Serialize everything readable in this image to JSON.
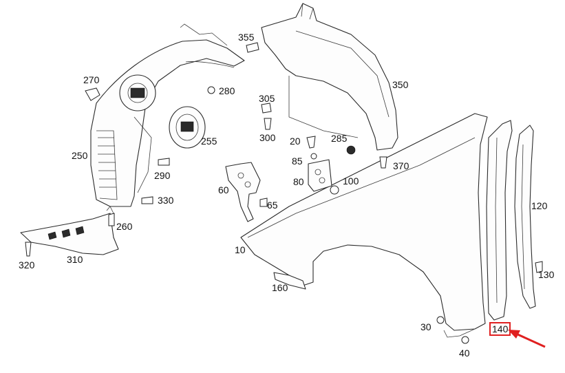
{
  "callouts": [
    {
      "id": "270",
      "label": "270",
      "style": "hl"
    },
    {
      "id": "280",
      "label": "280",
      "style": ""
    },
    {
      "id": "355",
      "label": "355",
      "style": ""
    },
    {
      "id": "350",
      "label": "350",
      "style": ""
    },
    {
      "id": "305",
      "label": "305",
      "style": ""
    },
    {
      "id": "300",
      "label": "300",
      "style": ""
    },
    {
      "id": "255",
      "label": "255",
      "style": ""
    },
    {
      "id": "250",
      "label": "250",
      "style": ""
    },
    {
      "id": "20",
      "label": "20",
      "style": ""
    },
    {
      "id": "285",
      "label": "285",
      "style": ""
    },
    {
      "id": "85",
      "label": "85",
      "style": ""
    },
    {
      "id": "370",
      "label": "370",
      "style": ""
    },
    {
      "id": "290",
      "label": "290",
      "style": ""
    },
    {
      "id": "80",
      "label": "80",
      "style": ""
    },
    {
      "id": "100",
      "label": "100",
      "style": ""
    },
    {
      "id": "60",
      "label": "60",
      "style": ""
    },
    {
      "id": "330",
      "label": "330",
      "style": ""
    },
    {
      "id": "65",
      "label": "65",
      "style": ""
    },
    {
      "id": "120",
      "label": "120",
      "style": ""
    },
    {
      "id": "260",
      "label": "260",
      "style": ""
    },
    {
      "id": "10",
      "label": "10",
      "style": ""
    },
    {
      "id": "320",
      "label": "320",
      "style": ""
    },
    {
      "id": "310",
      "label": "310",
      "style": ""
    },
    {
      "id": "130",
      "label": "130",
      "style": ""
    },
    {
      "id": "160",
      "label": "160",
      "style": ""
    },
    {
      "id": "30",
      "label": "30",
      "style": ""
    },
    {
      "id": "140",
      "label": "140",
      "style": "boxed"
    },
    {
      "id": "40",
      "label": "40",
      "style": ""
    }
  ],
  "colors": {
    "highlight": "#a9a9a9",
    "selection_box": "#e02020",
    "arrow": "#e02020",
    "line": "#2a2a2a"
  }
}
